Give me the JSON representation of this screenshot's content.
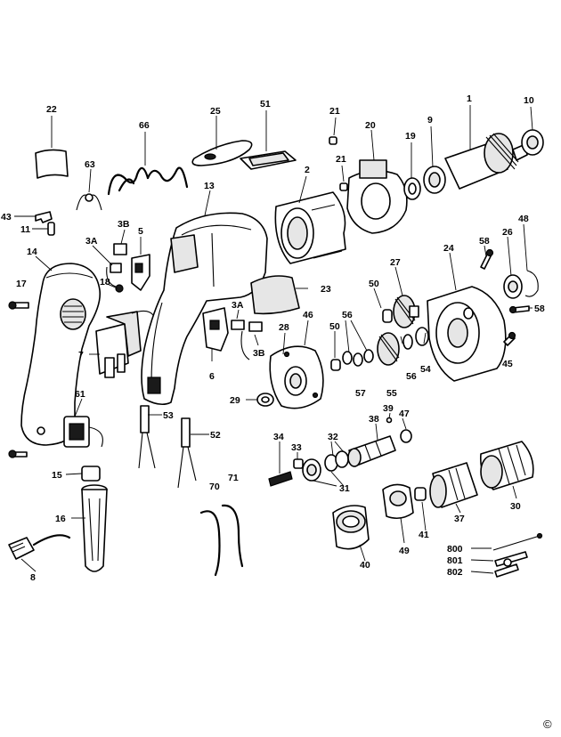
{
  "labels": {
    "p1": "1",
    "p2": "2",
    "p3a_l": "3A",
    "p3a_r": "3A",
    "p3b_l": "3B",
    "p3b_r": "3B",
    "p5": "5",
    "p6": "6",
    "p7": "7",
    "p8": "8",
    "p9": "9",
    "p10": "10",
    "p11": "11",
    "p13": "13",
    "p14": "14",
    "p15": "15",
    "p16": "16",
    "p17": "17",
    "p18": "18",
    "p19": "19",
    "p20": "20",
    "p21a": "21",
    "p21b": "21",
    "p22": "22",
    "p23": "23",
    "p24": "24",
    "p25": "25",
    "p26": "26",
    "p27": "27",
    "p28": "28",
    "p29": "29",
    "p30": "30",
    "p31": "31",
    "p32": "32",
    "p33": "33",
    "p34": "34",
    "p37": "37",
    "p38": "38",
    "p39": "39",
    "p40": "40",
    "p41": "41",
    "p43": "43",
    "p45": "45",
    "p46": "46",
    "p47": "47",
    "p48": "48",
    "p49": "49",
    "p50a": "50",
    "p50b": "50",
    "p51": "51",
    "p52": "52",
    "p53": "53",
    "p54": "54",
    "p55": "55",
    "p56a": "56",
    "p56b": "56",
    "p57": "57",
    "p58a": "58",
    "p58b": "58",
    "p61": "61",
    "p63": "63",
    "p66": "66",
    "p70": "70",
    "p71": "71",
    "p800": "800",
    "p801": "801",
    "p802": "802"
  },
  "copyright": "©"
}
